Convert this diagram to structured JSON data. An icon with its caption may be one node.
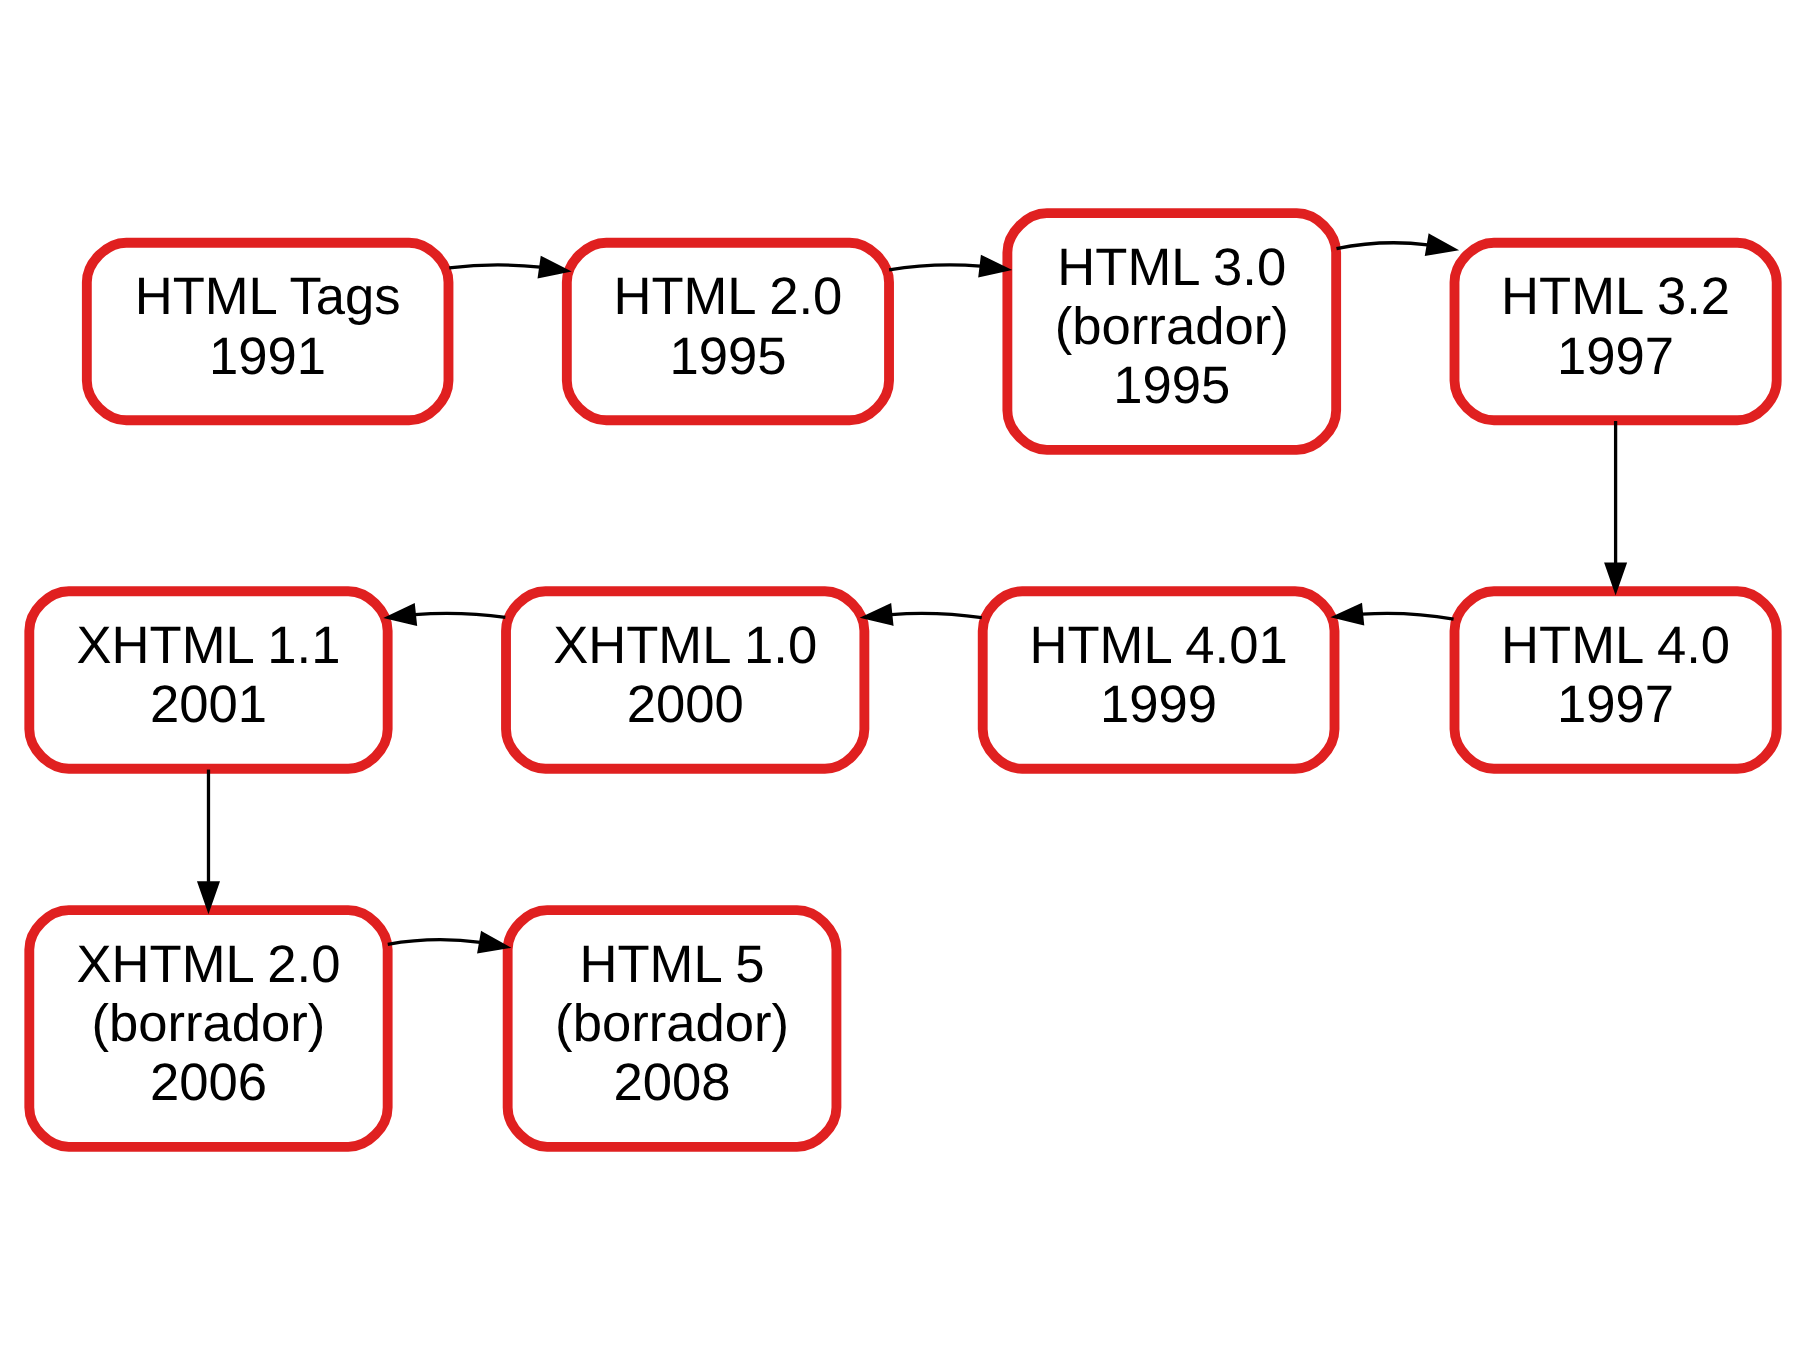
{
  "diagram": {
    "nodes": [
      {
        "text": [
          "HTML Tags",
          "1991"
        ]
      },
      {
        "text": [
          "HTML 2.0",
          "1995"
        ]
      },
      {
        "text": [
          "HTML 3.0",
          "(borrador)",
          "1995"
        ]
      },
      {
        "text": [
          "HTML 3.2",
          "1997"
        ]
      },
      {
        "text": [
          "HTML 4.0",
          "1997"
        ]
      },
      {
        "text": [
          "HTML 4.01",
          "1999"
        ]
      },
      {
        "text": [
          "XHTML 1.0",
          "2000"
        ]
      },
      {
        "text": [
          "XHTML 1.1",
          "2001"
        ]
      },
      {
        "text": [
          "XHTML 2.0",
          "(borrador)",
          "2006"
        ]
      },
      {
        "text": [
          "HTML 5",
          "(borrador)",
          "2008"
        ]
      }
    ],
    "edges": [
      {
        "from": 0,
        "to": 1,
        "arrow": "to"
      },
      {
        "from": 1,
        "to": 2,
        "arrow": "to"
      },
      {
        "from": 2,
        "to": 3,
        "arrow": "to"
      },
      {
        "from": 3,
        "to": 4,
        "arrow": "to"
      },
      {
        "from": 4,
        "to": 5,
        "arrow": "to"
      },
      {
        "from": 5,
        "to": 6,
        "arrow": "to"
      },
      {
        "from": 6,
        "to": 7,
        "arrow": "to"
      },
      {
        "from": 7,
        "to": 8,
        "arrow": "to"
      },
      {
        "from": 8,
        "to": 9,
        "arrow": "to"
      }
    ]
  }
}
